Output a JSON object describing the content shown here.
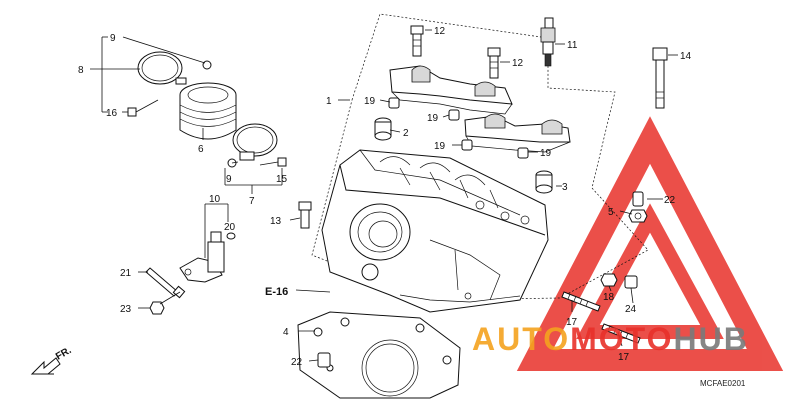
{
  "callouts": {
    "c1": "1",
    "c2": "2",
    "c3": "3",
    "c4": "4",
    "c5": "5",
    "c6": "6",
    "c7": "7",
    "c8": "8",
    "c9a": "9",
    "c9b": "9",
    "c10": "10",
    "c11": "11",
    "c12a": "12",
    "c12b": "12",
    "c13": "13",
    "c14": "14",
    "c15": "15",
    "c16": "16",
    "c17a": "17",
    "c17b": "17",
    "c18": "18",
    "c19a": "19",
    "c19b": "19",
    "c19c": "19",
    "c19d": "19",
    "c20": "20",
    "c21": "21",
    "c22a": "22",
    "c22b": "22",
    "c23": "23",
    "c24": "24"
  },
  "reference": "E-16",
  "direction": "FR.",
  "diagram_code": "MCFAE0201",
  "watermark": {
    "text_a": "AUTO",
    "text_b": "MOTO",
    "text_c": "HUB",
    "color_red": "#e8312a",
    "color_orange": "#f4a21f",
    "color_grey": "#7a7a7a"
  }
}
